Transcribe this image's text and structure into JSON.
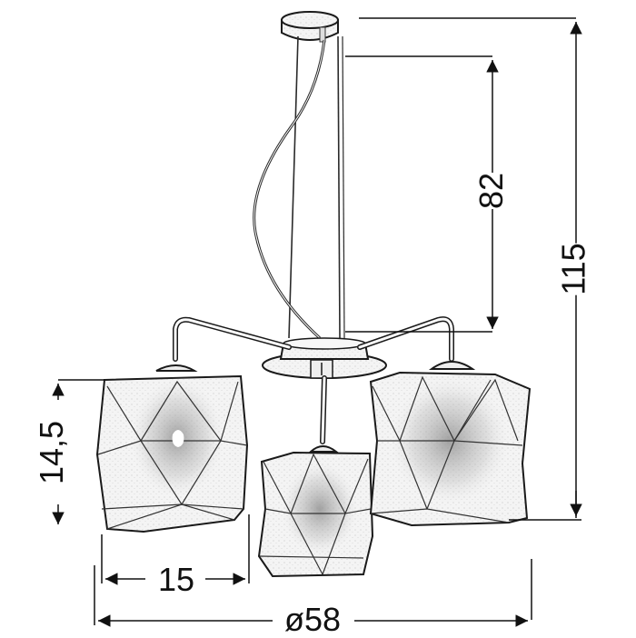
{
  "drawing": {
    "subject": "3-arm pendant lamp with geometric faceted shades",
    "line_color": "#1a1a1a",
    "shade_fill": "#f2f2f2",
    "shade_shadow": "#bdbdbd",
    "background": "#ffffff"
  },
  "dimensions": {
    "total_height": "115",
    "suspension_height": "82",
    "shade_height": "14,5",
    "shade_width": "15",
    "total_diameter": "ø58"
  }
}
